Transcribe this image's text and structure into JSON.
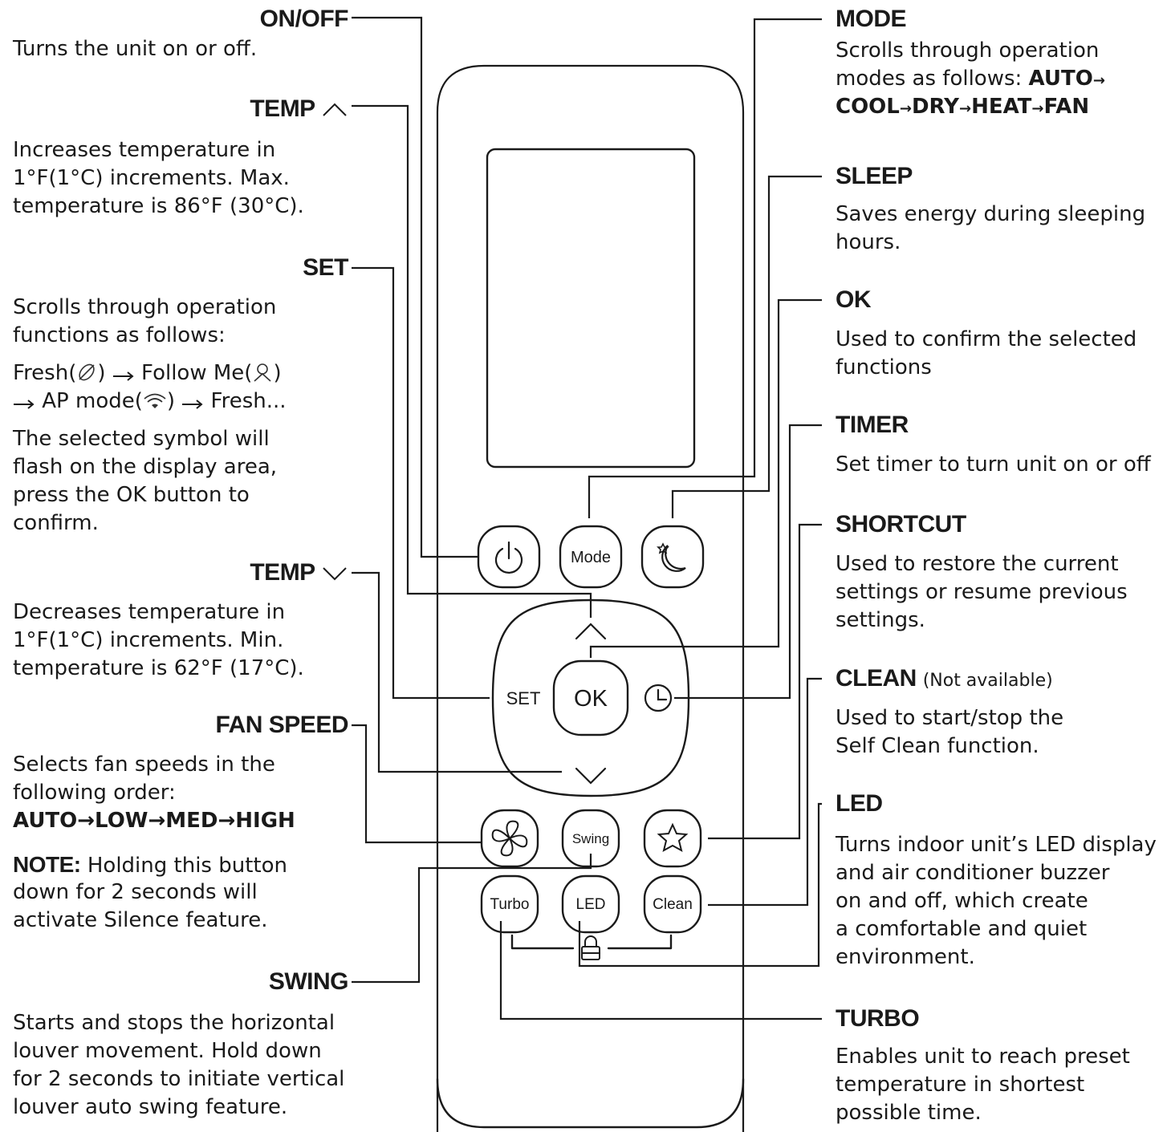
{
  "left": {
    "onoff": {
      "title": "ON/OFF",
      "desc": [
        "Turns the unit on or off."
      ]
    },
    "temp_up": {
      "title": "TEMP",
      "desc": [
        "Increases temperature in",
        "1°F(1°C) increments. Max.",
        "temperature is 86°F (30°C)."
      ]
    },
    "set": {
      "title": "SET",
      "desc": [
        "Scrolls through operation",
        "functions as follows:"
      ],
      "seq1": [
        "Fresh(",
        ") ",
        " Follow Me(",
        ")"
      ],
      "seq2": [
        " AP mode(",
        ") ",
        " Fresh..."
      ],
      "desc2": [
        "The selected symbol will",
        "flash on the display area,",
        "press the OK button to",
        "confirm."
      ]
    },
    "temp_down": {
      "title": "TEMP",
      "desc": [
        "Decreases temperature in",
        "1°F(1°C) increments. Min.",
        "temperature is 62°F (17°C)."
      ]
    },
    "fan": {
      "title": "FAN SPEED",
      "desc": [
        "Selects fan speeds in the",
        "following order:"
      ],
      "order": "AUTO→LOW→MED→HIGH",
      "note_label": "NOTE:",
      "note": [
        " Holding this button",
        "down for 2 seconds will",
        "activate Silence feature."
      ]
    },
    "swing": {
      "title": "SWING",
      "desc": [
        "Starts and stops the horizontal",
        "louver movement. Hold down",
        "for 2 seconds to initiate vertical",
        "louver auto swing feature."
      ]
    }
  },
  "right": {
    "mode": {
      "title": "MODE",
      "desc": [
        "Scrolls through operation",
        "modes as follows: "
      ],
      "seq_a": "AUTO",
      "seq_b": "COOL",
      "seq_c": "DRY",
      "seq_d": "HEAT",
      "seq_e": "FAN",
      "arrow": "→"
    },
    "sleep": {
      "title": "SLEEP",
      "desc": [
        "Saves energy during sleeping",
        "hours."
      ]
    },
    "ok": {
      "title": "OK",
      "desc": [
        "Used to confirm the selected",
        "functions"
      ]
    },
    "timer": {
      "title": "TIMER",
      "desc": [
        "Set timer to turn unit on or off"
      ]
    },
    "shortcut": {
      "title": "SHORTCUT",
      "desc": [
        "Used to restore the current",
        "settings or resume previous",
        "settings."
      ]
    },
    "clean": {
      "title": "CLEAN",
      "sub": "(Not available)",
      "desc": [
        "Used to start/stop the",
        "Self Clean function."
      ]
    },
    "led": {
      "title": "LED",
      "desc": [
        "Turns indoor unit’s LED display",
        "and air conditioner buzzer",
        "on and off, which create",
        "a comfortable and quiet",
        "environment."
      ]
    },
    "turbo": {
      "title": "TURBO",
      "desc": [
        "Enables unit to reach preset",
        "temperature in shortest",
        "possible time."
      ]
    }
  },
  "remote": {
    "mode_label": "Mode",
    "set_label": "SET",
    "ok_label": "OK",
    "swing_label": "Swing",
    "turbo_label": "Turbo",
    "led_label": "LED",
    "clean_label": "Clean"
  },
  "icons": [
    "power-icon",
    "sleep-moon-icon",
    "up-chevron-icon",
    "down-chevron-icon",
    "clock-icon",
    "fan-icon",
    "star-icon",
    "lock-icon",
    "leaf-icon",
    "person-icon",
    "wifi-icon"
  ]
}
